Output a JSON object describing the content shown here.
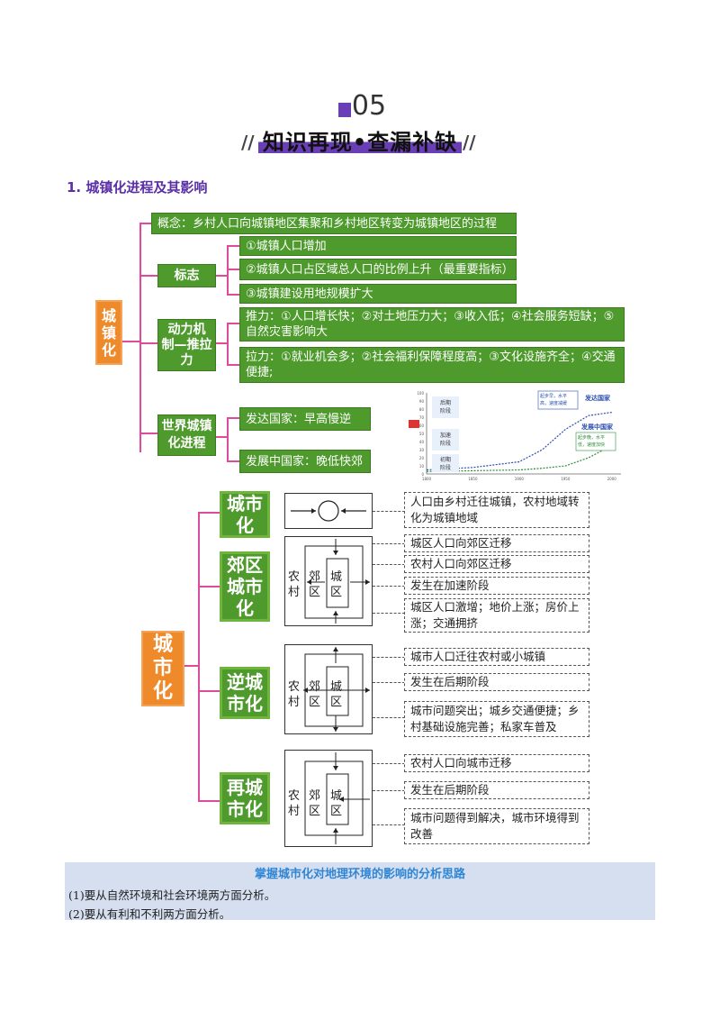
{
  "header": {
    "number": "05",
    "title": "知识再现•查漏补缺"
  },
  "section1": {
    "title": "1. 城镇化进程及其影响"
  },
  "mindmap": {
    "root": "城\n镇\n化",
    "concept": "概念：乡村人口向城镇地区集聚和乡村地区转变为城镇地区的过程",
    "signs_label": "标志",
    "signs": [
      "①城镇人口增加",
      "②城镇人口占区域总人口的比例上升（最重要指标）",
      "③城镇建设用地规模扩大"
    ],
    "dynamics_label": "动力机\n制—推拉\n力",
    "push": "推力：①人口增长快；②对土地压力大；③收入低；④社会服务短缺；⑤自然灾害影响大",
    "pull": "拉力：①就业机会多；②社会福利保障程度高；③文化设施齐全；④交通便捷;",
    "world_label": "世界城镇\n化进程",
    "developed": "发达国家：早高慢逆",
    "developing": "发展中国家：晚低快郊"
  },
  "small_chart": {
    "series_developed": "发达国家",
    "series_developing": "发展中国家",
    "note_developed": "起步早，水平高，速度减缓",
    "note_developing": "起步晚，水平低，速度加快",
    "stages": [
      "后期\n阶段",
      "加速\n阶段",
      "初期\n阶段"
    ],
    "x_ticks": [
      "1800",
      "1850",
      "1900",
      "1950",
      "2000"
    ],
    "y_ticks": [
      "100",
      "90",
      "80",
      "70",
      "60",
      "50",
      "40",
      "30",
      "20",
      "10",
      "0"
    ],
    "chart_data": {
      "type": "line",
      "x": [
        1800,
        1850,
        1900,
        1925,
        1950,
        1975,
        2000
      ],
      "series": [
        {
          "name": "发达国家",
          "values": [
            5,
            8,
            15,
            30,
            55,
            72,
            76
          ]
        },
        {
          "name": "发展中国家",
          "values": [
            3,
            4,
            5,
            7,
            10,
            20,
            35
          ]
        }
      ],
      "ylim": [
        0,
        100
      ]
    }
  },
  "urban": {
    "root": "城\n市\n化",
    "stages": [
      {
        "label": "城市\n化",
        "notes": [
          "人口由乡村迁往城镇，农村地域转化为城镇地域"
        ]
      },
      {
        "label": "郊区\n城市\n化",
        "notes": [
          "城区人口向郊区迁移",
          "农村人口向郊区迁移",
          "发生在加速阶段",
          "城区人口激增；地价上涨；房价上涨；交通拥挤"
        ]
      },
      {
        "label": "逆城\n市化",
        "notes": [
          "城市人口迁往农村或小城镇",
          "发生在后期阶段",
          "城市问题突出；城乡交通便捷；乡村基础设施完善；私家车普及"
        ]
      },
      {
        "label": "再城\n市化",
        "notes": [
          "农村人口向城市迁移",
          "发生在后期阶段",
          "城市问题得到解决，城市环境得到改善"
        ]
      }
    ],
    "diagram_labels": {
      "rural": "农\n村",
      "suburb": "郊\n区",
      "city": "城\n区"
    }
  },
  "tip": {
    "title": "掌握城市化对地理环境的影响的分析思路",
    "lines": [
      "(1)要从自然环境和社会环境两方面分析。",
      "(2)要从有利和不利两方面分析。"
    ]
  }
}
